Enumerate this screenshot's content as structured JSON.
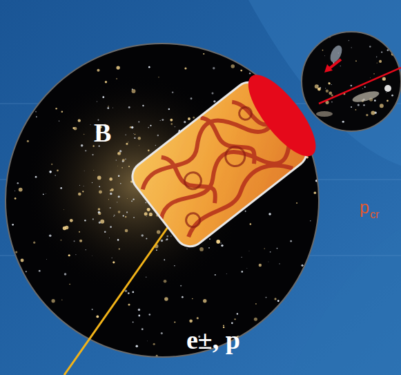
{
  "diagram": {
    "nodes": [
      {
        "text": [
          "B",
          "e±, p"
        ]
      }
    ],
    "labels": [
      "p",
      "cr"
    ]
  }
}
